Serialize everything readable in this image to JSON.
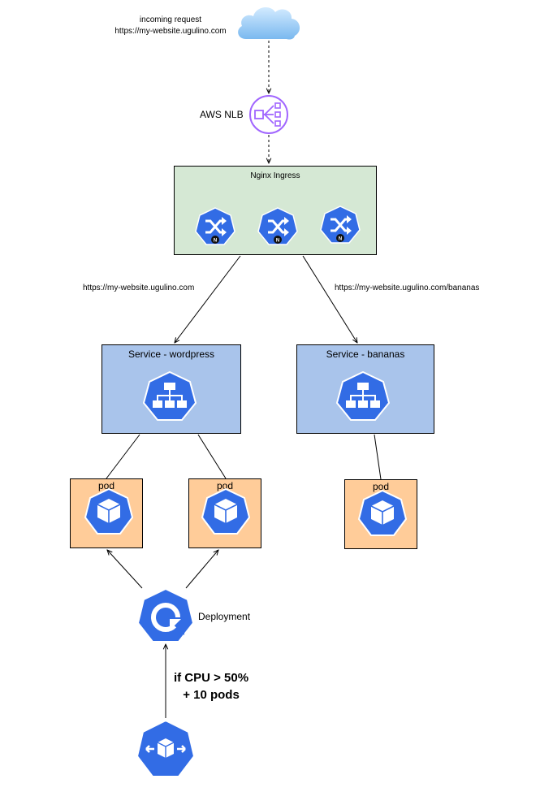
{
  "request": {
    "line1": "incoming request",
    "line2": "https://my-website.ugulino.com"
  },
  "nlb": {
    "label": "AWS NLB",
    "icon": "network-load-balancer-icon"
  },
  "ingress": {
    "title": "Nginx Ingress",
    "icon": "nginx-controller-icon"
  },
  "routes": {
    "left": "https://my-website.ugulino.com",
    "right": "https://my-website.ugulino.com/bananas"
  },
  "services": {
    "wordpress": {
      "title": "Service - wordpress",
      "icon": "k8s-service-icon"
    },
    "bananas": {
      "title": "Service - bananas",
      "icon": "k8s-service-icon"
    }
  },
  "pods": [
    {
      "title": "pod",
      "icon": "k8s-pod-icon"
    },
    {
      "title": "pod",
      "icon": "k8s-pod-icon"
    },
    {
      "title": "pod",
      "icon": "k8s-pod-icon"
    }
  ],
  "deployment": {
    "label": "Deployment",
    "icon": "k8s-deployment-icon"
  },
  "hpa": {
    "line1": "if CPU > 50%",
    "line2": "+ 10 pods",
    "icon": "k8s-hpa-icon"
  },
  "colors": {
    "ingress_fill": "#d5e8d4",
    "service_fill": "#a9c4eb",
    "pod_fill": "#ffcc99",
    "k8s_blue": "#326ce5",
    "nlb_purple": "#a166ff",
    "cloud_blue": "#7fbdf3"
  }
}
